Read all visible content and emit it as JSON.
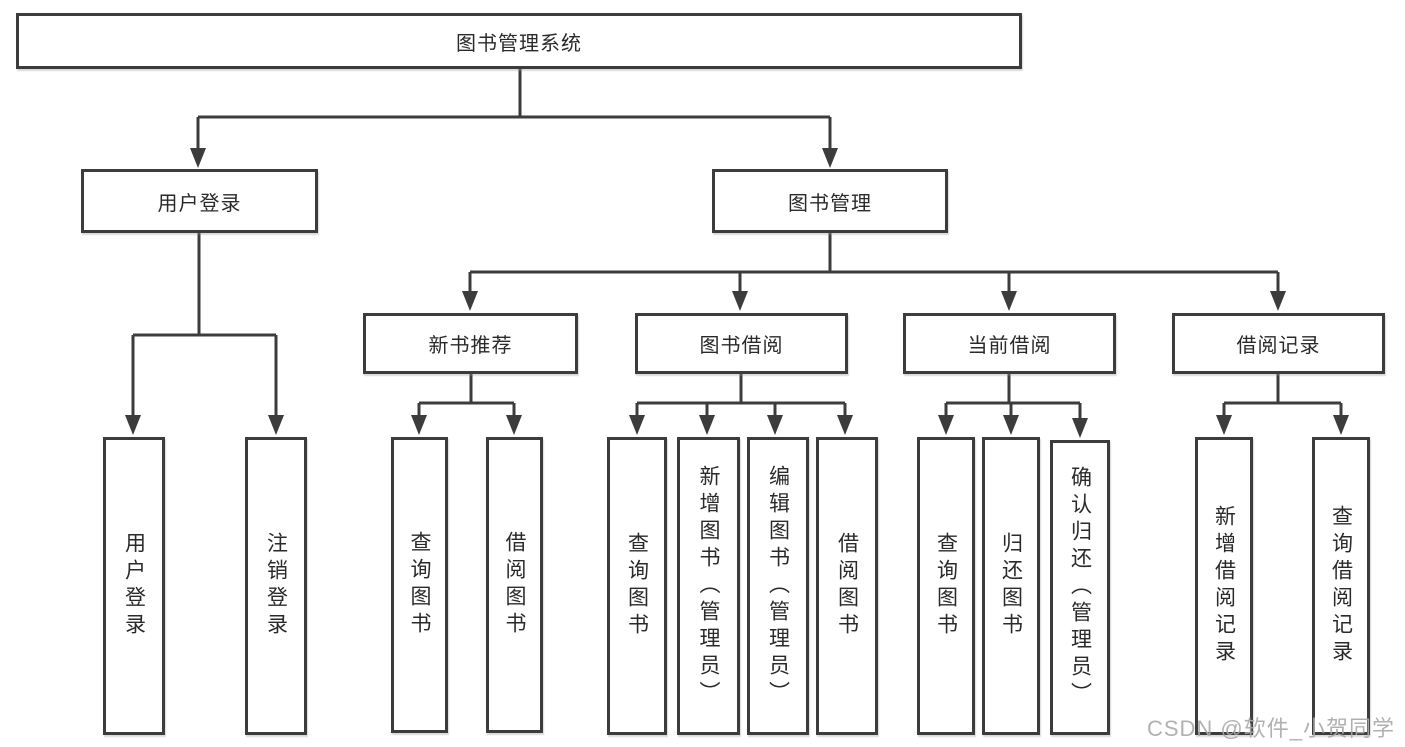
{
  "diagram": {
    "root": {
      "label": "图书管理系统"
    },
    "branches": [
      {
        "label": "用户登录"
      },
      {
        "label": "图书管理"
      }
    ],
    "modules": [
      {
        "label": "新书推荐"
      },
      {
        "label": "图书借阅"
      },
      {
        "label": "当前借阅"
      },
      {
        "label": "借阅记录"
      }
    ],
    "leaves": [
      {
        "label": "用户登录"
      },
      {
        "label": "注销登录"
      },
      {
        "label": "查询图书"
      },
      {
        "label": "借阅图书"
      },
      {
        "label": "查询图书"
      },
      {
        "label": "新增图书（管理员）"
      },
      {
        "label": "编辑图书（管理员）"
      },
      {
        "label": "借阅图书"
      },
      {
        "label": "查询图书"
      },
      {
        "label": "归还图书"
      },
      {
        "label": "确认归还（管理员）"
      },
      {
        "label": "新增借阅记录"
      },
      {
        "label": "查询借阅记录"
      }
    ]
  },
  "watermark": {
    "text": "CSDN @软件_小贺同学"
  },
  "colors": {
    "line": "#3c3c3c",
    "text": "#2a2a2a",
    "background": "#ffffff",
    "watermark": "#a8a8a8"
  }
}
